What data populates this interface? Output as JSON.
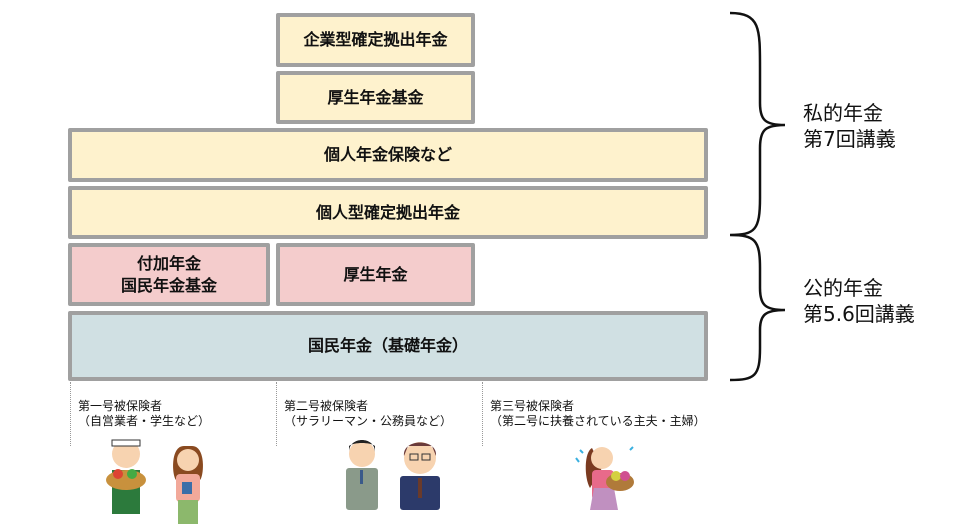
{
  "private_boxes": {
    "corporate_dc": "企業型確定拠出年金",
    "employee_fund": "厚生年金基金",
    "individual_insurance": "個人年金保険など",
    "individual_dc": "個人型確定拠出年金"
  },
  "public_boxes": {
    "additional_line1": "付加年金",
    "additional_line2": "国民年金基金",
    "employees_pension": "厚生年金",
    "national_pension": "国民年金（基礎年金）"
  },
  "labels": {
    "private_title": "私的年金",
    "private_lecture": "第7回講義",
    "public_title": "公的年金",
    "public_lecture": "第5.6回講義"
  },
  "categories": [
    {
      "title": "第一号被保険者",
      "desc": "（自営業者・学生など）"
    },
    {
      "title": "第二号被保険者",
      "desc": "（サラリーマン・公務員など）"
    },
    {
      "title": "第三号被保険者",
      "desc": "（第二号に扶養されている主夫・主婦）"
    }
  ],
  "colors": {
    "private": "#fef2cd",
    "public_upper": "#f4cccc",
    "national": "#d0e0e3",
    "border": "#a0a0a0"
  }
}
